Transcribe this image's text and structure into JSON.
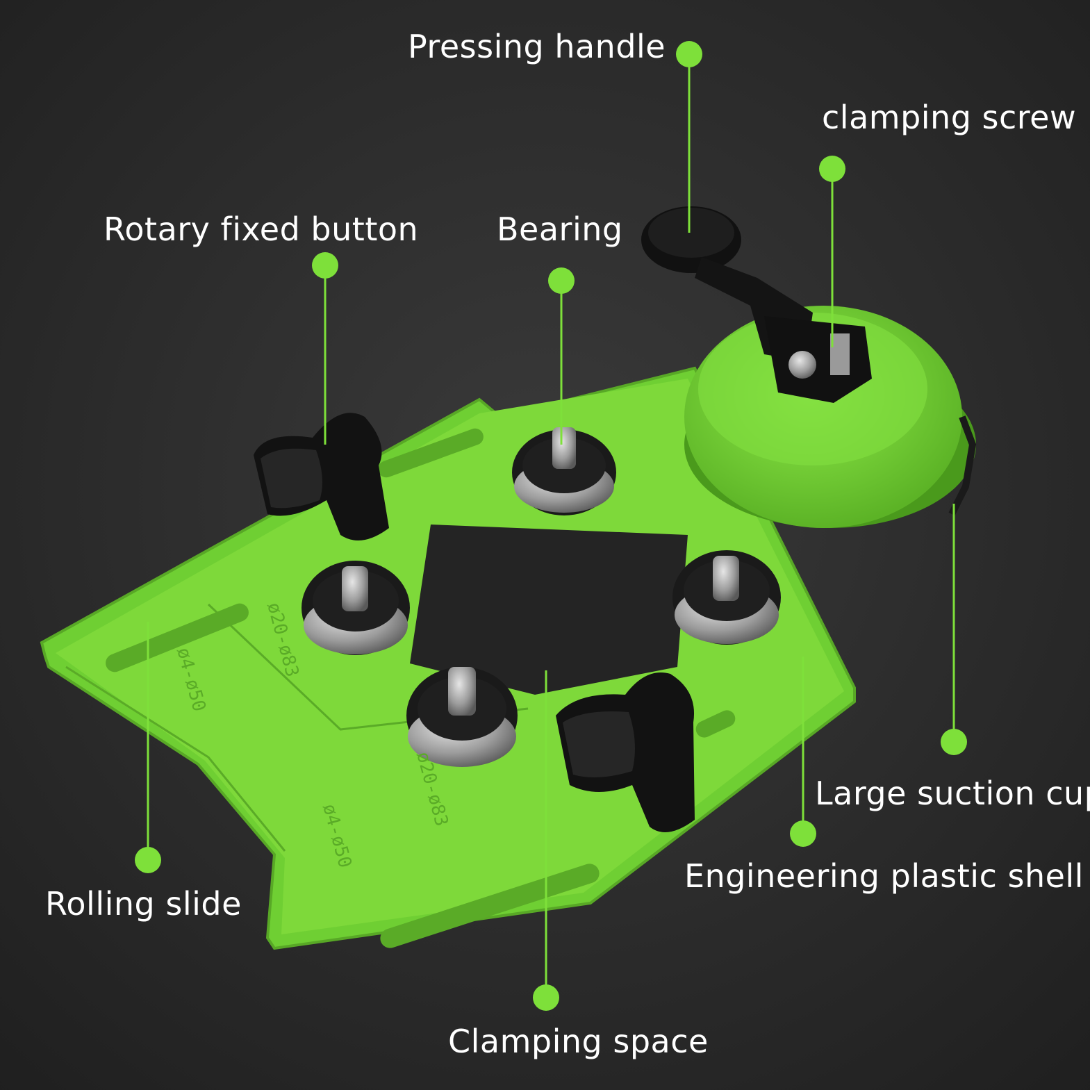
{
  "colors": {
    "background": "#2b2b2b",
    "device_green": "#7ed93a",
    "device_green_dark": "#5fb528",
    "marker_green": "#7ee03a",
    "label_text": "#ffffff",
    "knob_black": "#111111",
    "bearing_steel": "#a9a9a9"
  },
  "labels": {
    "pressing_handle": "Pressing handle",
    "clamping_screw": "clamping screw",
    "rotary_fixed_button": "Rotary fixed button",
    "bearing": "Bearing",
    "large_suction_cup": "Large suction cup",
    "engineering_plastic_shell": "Engineering plastic shell",
    "rolling_slide": "Rolling slide",
    "clamping_space": "Clamping space"
  },
  "plate_markings": [
    "ø20-ø83",
    "ø4-ø50",
    "ø20-ø83",
    "ø4-ø50"
  ]
}
